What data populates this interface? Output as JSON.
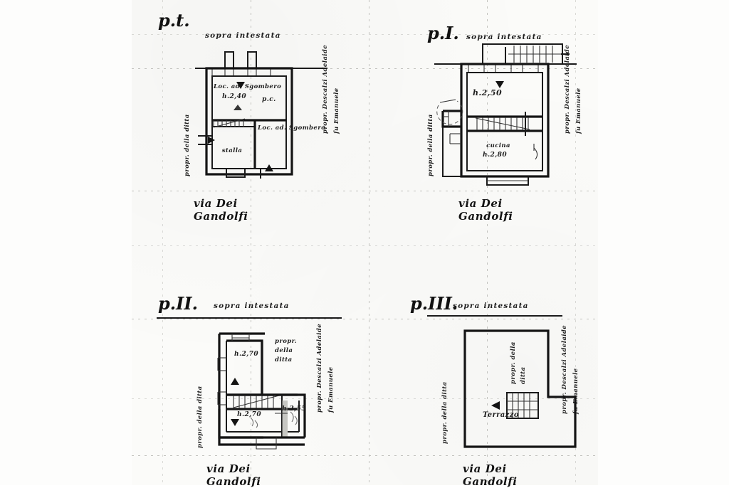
{
  "document": {
    "type": "architectural-floor-plan",
    "description": "Scanned handwritten cadastral drawing with four floor plans",
    "street_name": "via Dei Gandolfi"
  },
  "common": {
    "sopra_intestata": "sopra intestata",
    "street": "via Dei Gandolfi",
    "propr_ditta": "propr. della ditta",
    "propr_ditta_l1": "propr.",
    "propr_ditta_l2": "della",
    "propr_ditta_l3": "ditta",
    "propr_descalzi_l1": "propr. Descalzi Adelaide",
    "propr_descalzi_l2": "fu Emanuele"
  },
  "plans": [
    {
      "id": "pt",
      "title": "p.t.",
      "header_note": "sopra intestata",
      "left_label": "propr. della ditta",
      "right_label_1": "propr. Descalzi Adelaide",
      "right_label_2": "fu Emanuele",
      "street": "via Dei Gandolfi",
      "rooms": [
        {
          "name": "Loc. ad. Sgombero",
          "height": "h.2,40",
          "extra": "p.c."
        },
        {
          "name": "stalla",
          "height": ""
        },
        {
          "name": "Loc. ad. Sgombero",
          "height": ""
        }
      ]
    },
    {
      "id": "p1",
      "title": "p.I.",
      "header_note": "sopra intestata",
      "left_label": "propr. della ditta",
      "right_label_1": "propr. Descalzi Adelaide",
      "right_label_2": "fu Emanuele",
      "street": "via Dei Gandolfi",
      "rooms": [
        {
          "name": "",
          "height": "h.2,50"
        },
        {
          "name": "cucina",
          "height": "h.2,80"
        }
      ]
    },
    {
      "id": "p2",
      "title": "p.II.",
      "header_note": "sopra intestata",
      "left_label": "propr. della ditta",
      "right_label_1": "propr. Descalzi Adelaide",
      "right_label_2": "fu Emanuele",
      "inner_label_1": "propr.",
      "inner_label_2": "della",
      "inner_label_3": "ditta",
      "street": "via Dei Gandolfi",
      "rooms": [
        {
          "name": "",
          "height": "h.2,70"
        },
        {
          "name": "",
          "height": "h.2,70"
        },
        {
          "name": "",
          "height": "h.2,55"
        }
      ]
    },
    {
      "id": "p3",
      "title": "p.III.",
      "header_note": "sopra intestata",
      "left_label": "propr. della ditta",
      "right_label_1": "propr. Descalzi Adelaide",
      "right_label_2": "fu Emanuele",
      "inner_label_1": "propr. della",
      "inner_label_2": "ditta",
      "street": "via Dei Gandolfi",
      "rooms": [
        {
          "name": "Terrazzo",
          "height": ""
        }
      ]
    }
  ],
  "colors": {
    "ink": "#1b1b1b",
    "paper": "#fbfbf9",
    "grid": "#b9b9b4",
    "wall_fill": "#9a9a96"
  }
}
